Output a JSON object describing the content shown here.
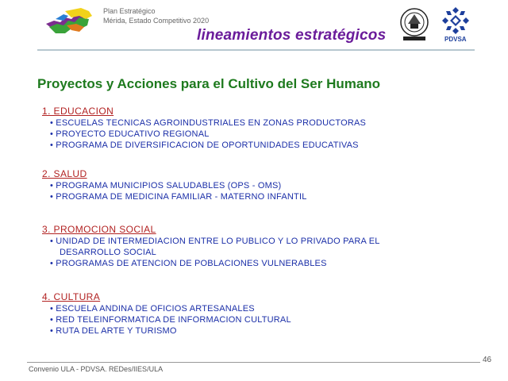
{
  "header": {
    "line1": "Plan Estratégico",
    "line2": "Mérida, Estado Competitivo 2020",
    "title": "lineamientos estratégicos",
    "logo_right_text": "PDVSA",
    "colors": {
      "title": "#6a1b9a",
      "pdvsa_blue": "#1d3f9c",
      "map_green": "#3aa33a",
      "map_purple": "#7b2d8e",
      "map_yellow": "#f2d21b"
    }
  },
  "main": {
    "heading": "Proyectos y Acciones para el Cultivo del Ser Humano",
    "sections": [
      {
        "title": "1. EDUCACION",
        "items": [
          "• ESCUELAS TECNICAS AGROINDUSTRIALES EN ZONAS PRODUCTORAS",
          "• PROYECTO EDUCATIVO REGIONAL",
          "• PROGRAMA DE DIVERSIFICACION DE OPORTUNIDADES EDUCATIVAS"
        ]
      },
      {
        "title": "2.  SALUD",
        "items": [
          "• PROGRAMA MUNICIPIOS SALUDABLES (OPS - OMS)",
          "• PROGRAMA DE MEDICINA FAMILIAR - MATERNO INFANTIL"
        ]
      },
      {
        "title": "3. PROMOCION SOCIAL",
        "items": [
          "•  UNIDAD DE INTERMEDIACION ENTRE LO PUBLICO Y LO PRIVADO PARA EL",
          "DESARROLLO SOCIAL",
          "•  PROGRAMAS DE ATENCION DE POBLACIONES VULNERABLES"
        ]
      },
      {
        "title": "4. CULTURA",
        "items": [
          "• ESCUELA ANDINA DE OFICIOS ARTESANALES",
          "• RED TELEINFORMATICA DE INFORMACION CULTURAL",
          "• RUTA DEL ARTE Y TURISMO"
        ]
      }
    ]
  },
  "footer": {
    "text": "Convenio ULA - PDVSA.  REDes/IIES/ULA",
    "page_number": "46"
  }
}
